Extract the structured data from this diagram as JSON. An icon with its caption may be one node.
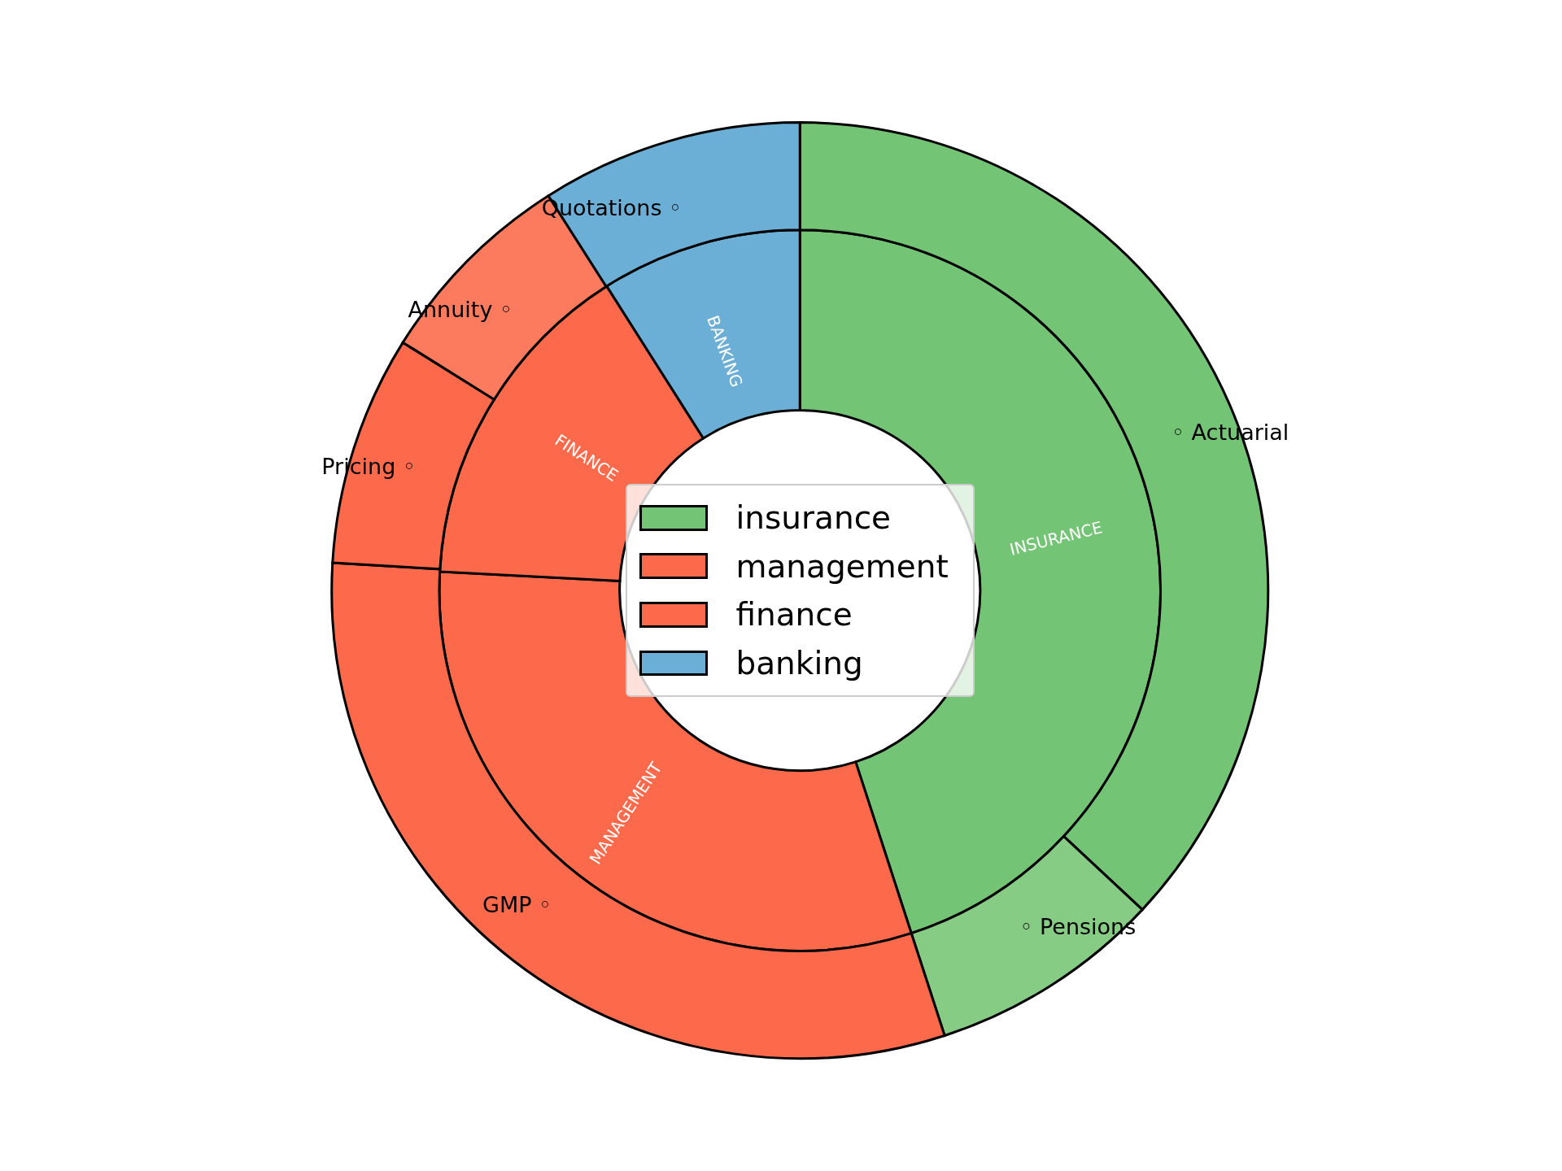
{
  "diagram": {
    "nodes": [
      {
        "text": [
          "INSURANCE"
        ]
      },
      {
        "text": [
          "MANAGEMENT"
        ]
      },
      {
        "text": [
          "FINANCE"
        ]
      },
      {
        "text": [
          "BANKING"
        ]
      },
      {
        "text": [
          "◦ Actuarial"
        ]
      },
      {
        "text": [
          "◦ Pensions"
        ]
      },
      {
        "text": [
          "GMP ◦"
        ]
      },
      {
        "text": [
          "Pricing ◦"
        ]
      },
      {
        "text": [
          "Annuity ◦"
        ]
      },
      {
        "text": [
          "Quotations ◦"
        ]
      }
    ],
    "legend": [
      {
        "text": "insurance",
        "color": "#74c476"
      },
      {
        "text": "management",
        "color": "#fd6a4b"
      },
      {
        "text": "finance",
        "color": "#fd6a4b"
      },
      {
        "text": "banking",
        "color": "#6baed6"
      }
    ]
  }
}
